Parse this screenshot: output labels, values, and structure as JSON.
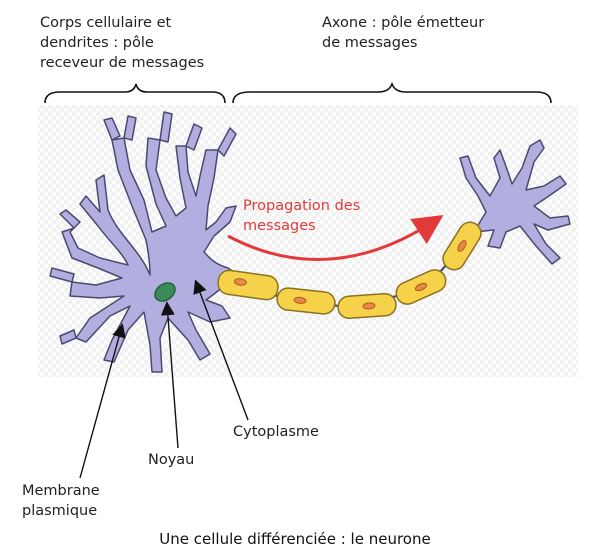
{
  "labels": {
    "cell_body": "Corps cellulaire et\ndendrites : pôle\nreceveur de messages",
    "axon": "Axone : pôle émetteur\nde messages",
    "propagation": "Propagation des\nmessages",
    "cytoplasm": "Cytoplasme",
    "nucleus": "Noyau",
    "membrane": "Membrane\nplasmique"
  },
  "caption": "Une cellule différenciée : le neurone",
  "colors": {
    "neuron_fill": "#b3aee0",
    "neuron_stroke": "#4a4a70",
    "myelin_fill": "#f5d24a",
    "myelin_stroke": "#8a7220",
    "node_fill": "#e8894a",
    "nucleus_fill": "#3a8a5a",
    "propagation_arrow": "#e23a3a"
  }
}
